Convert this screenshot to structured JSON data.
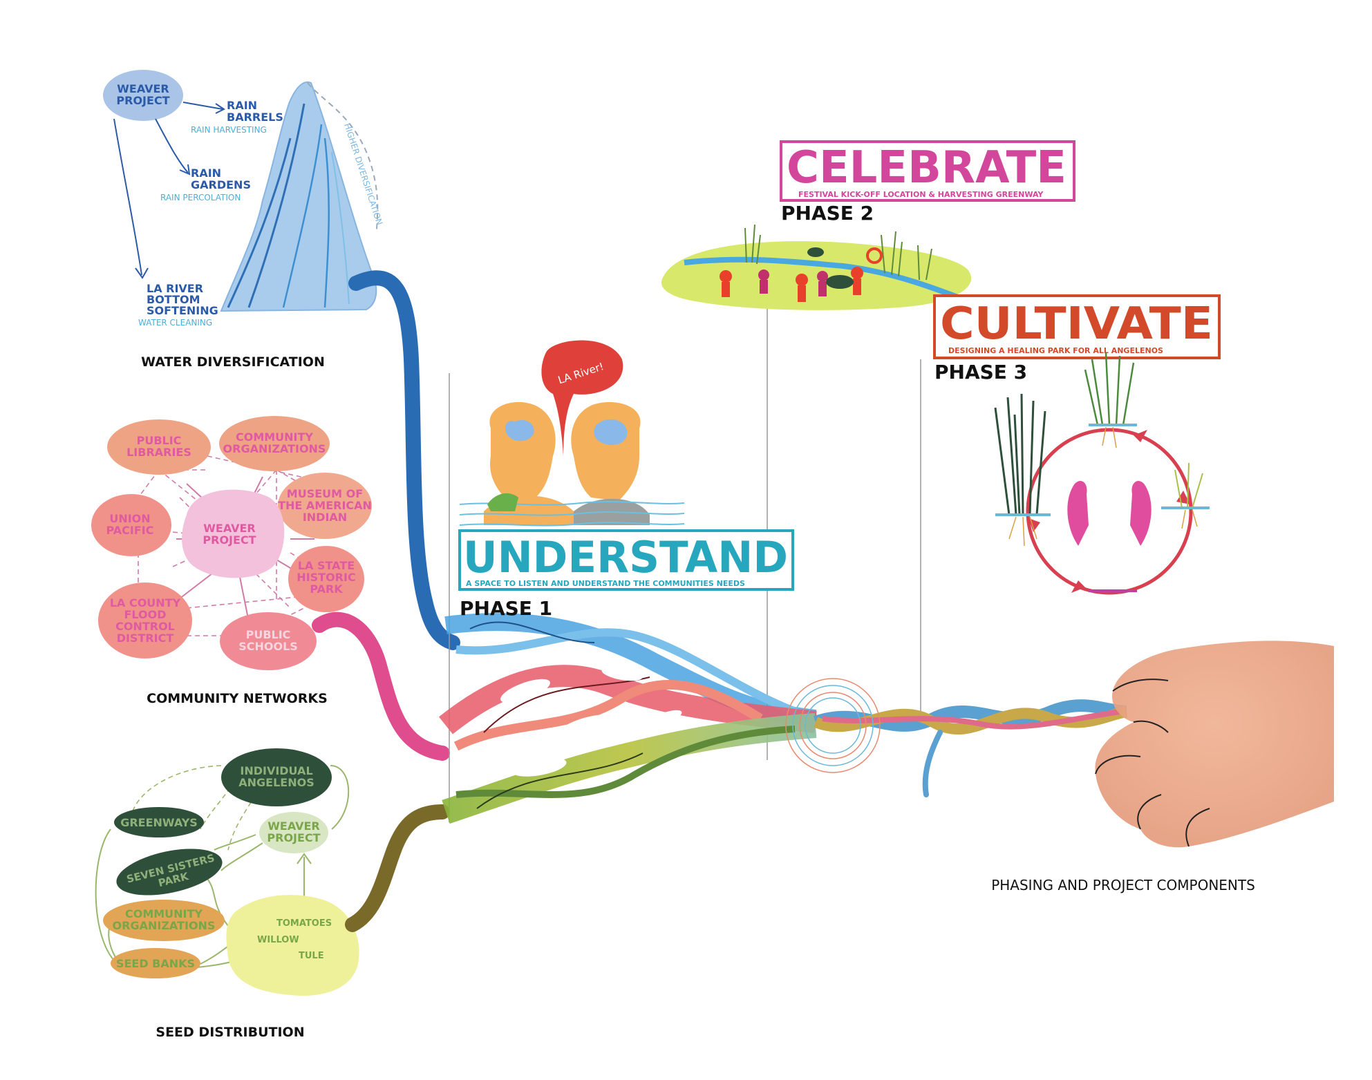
{
  "water": {
    "weaver_project": [
      "WEAVER",
      "PROJECT"
    ],
    "rain_barrels": [
      "RAIN",
      "BARRELS"
    ],
    "rain_harvesting": "RAIN HARVESTING",
    "rain_gardens": [
      "RAIN",
      "GARDENS"
    ],
    "rain_percolation": "RAIN PERCOLATION",
    "la_river": [
      "LA RIVER",
      "BOTTOM",
      "SOFTENING"
    ],
    "water_cleaning": "WATER CLEANING",
    "higher_div": "HIGHER DIVERSIFICATION",
    "caption": "WATER DIVERSIFICATION"
  },
  "community": {
    "public_libraries": [
      "PUBLIC",
      "LIBRARIES"
    ],
    "community_orgs": [
      "COMMUNITY",
      "ORGANIZATIONS"
    ],
    "museum": [
      "MUSEUM OF",
      "THE AMERICAN",
      "INDIAN"
    ],
    "union_pacific": [
      "UNION",
      "PACIFIC"
    ],
    "weaver_project": [
      "WEAVER",
      "PROJECT"
    ],
    "la_state": [
      "LA STATE",
      "HISTORIC",
      "PARK"
    ],
    "la_county": [
      "LA COUNTY",
      "FLOOD",
      "CONTROL",
      "DISTRICT"
    ],
    "public_schools": [
      "PUBLIC",
      "SCHOOLS"
    ],
    "caption": "COMMUNITY NETWORKS"
  },
  "seed": {
    "individual": [
      "INDIVIDUAL",
      "ANGELENOS"
    ],
    "greenways": "GREENWAYS",
    "weaver_project": [
      "WEAVER",
      "PROJECT"
    ],
    "seven_sisters": [
      "SEVEN SISTERS",
      "PARK"
    ],
    "community_orgs": [
      "COMMUNITY",
      "ORGANIZATIONS"
    ],
    "seed_banks": "SEED BANKS",
    "tomatoes": "TOMATOES",
    "willow": "WILLOW",
    "tule": "TULE",
    "caption": "SEED DISTRIBUTION"
  },
  "phases": {
    "understand": {
      "title": "UNDERSTAND",
      "subtitle": "A SPACE TO LISTEN AND UNDERSTAND THE COMMUNITIES NEEDS",
      "label": "PHASE 1",
      "bubble": "LA River!"
    },
    "celebrate": {
      "title": "CELEBRATE",
      "subtitle": "FESTIVAL KICK-OFF LOCATION & HARVESTING GREENWAY",
      "label": "PHASE 2"
    },
    "cultivate": {
      "title": "CULTIVATE",
      "subtitle": "DESIGNING A HEALING PARK FOR ALL ANGELENOS",
      "label": "PHASE 3"
    }
  },
  "caption_main": "PHASING AND PROJECT COMPONENTS",
  "colors": {
    "water_blue": "#2a6cb4",
    "community_pink": "#e04d8e",
    "seed_olive": "#7a6a2a",
    "understand": "#27a7bd",
    "celebrate": "#d2469b",
    "cultivate": "#d34a2a"
  }
}
